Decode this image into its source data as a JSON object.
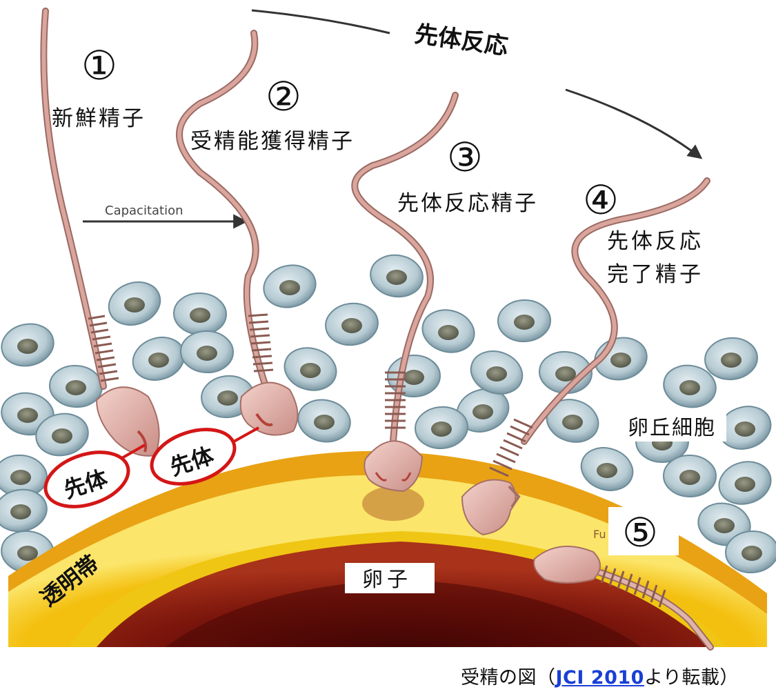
{
  "stages": [
    {
      "number": "①",
      "label": "新鮮精子"
    },
    {
      "number": "②",
      "label": "受精能獲得精子"
    },
    {
      "number": "③",
      "label": "先体反応精子"
    },
    {
      "number": "④",
      "label_line1": "先体反応",
      "label_line2": "完了精子"
    },
    {
      "number": "⑤"
    }
  ],
  "arrow_top_label": "先体反応",
  "capacitation_label": "Capacitation",
  "acrosome_callouts": [
    "先体",
    "先体"
  ],
  "cumulus_label": "卵丘細胞",
  "zona_label": "透明帯",
  "egg_label": "卵子",
  "fusion_partial": "Fu",
  "caption": {
    "prefix": "受精の図（",
    "link": "JCI 2010",
    "suffix": "より転載）"
  },
  "colors": {
    "sperm": "#c9928a",
    "zona": "#f2c81a",
    "egg": "#8a1a10",
    "cumulus": "#b4c8d0",
    "callout": "#d41616",
    "link": "#1a3fd6"
  }
}
